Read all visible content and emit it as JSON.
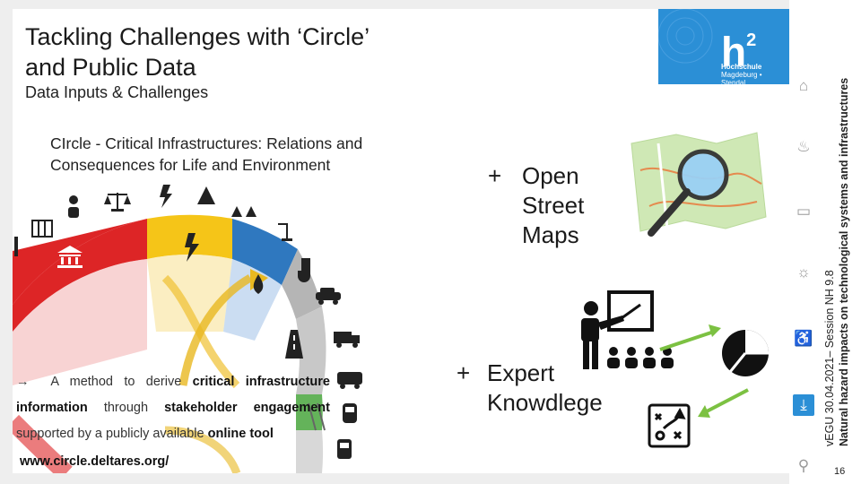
{
  "header": {
    "title_line1": "Tackling Challenges with ‘Circle’",
    "title_line2": "and Public Data",
    "subtitle": "Data Inputs & Challenges"
  },
  "logo": {
    "mark": "h",
    "sup": "2",
    "name": "Hochschule",
    "place": "Magdeburg • Stendal"
  },
  "sidebar": {
    "line1": "vEGU 30.04.2021– Session NH 9.8",
    "line2": "Natural hazard impacts on technological systems and infrastructures",
    "page": "16",
    "icons": [
      "home-icon",
      "fire-icon",
      "monitor-icon",
      "lightbulb-icon",
      "bike-icon",
      "download-icon",
      "cyclist-icon"
    ]
  },
  "circle": {
    "line1": "CIrcle - Critical Infrastructures: Relations and",
    "line2": "Consequences for Life and Environment"
  },
  "osm": {
    "plus": "+",
    "line1": "Open",
    "line2": "Street",
    "line3": "Maps"
  },
  "expert": {
    "plus": "+",
    "line1": "Expert",
    "line2": "Knowdlege"
  },
  "method": {
    "arrow": "→",
    "p1": "A method to derive ",
    "b1": "critical infrastructure",
    "b2": "information",
    "p2": " through ",
    "b3": "stakeholder engagement",
    "p3": "supported by a publicly available ",
    "b4": "online tool",
    "url": "www.circle.deltares.org/"
  },
  "colors": {
    "accent": "#2b8fd6",
    "red": "#dd2526",
    "yellow": "#f5c518",
    "blue": "#2f78bf",
    "grey": "#b0b0b0",
    "green": "#64b35a",
    "arrow_green": "#7cc142"
  }
}
